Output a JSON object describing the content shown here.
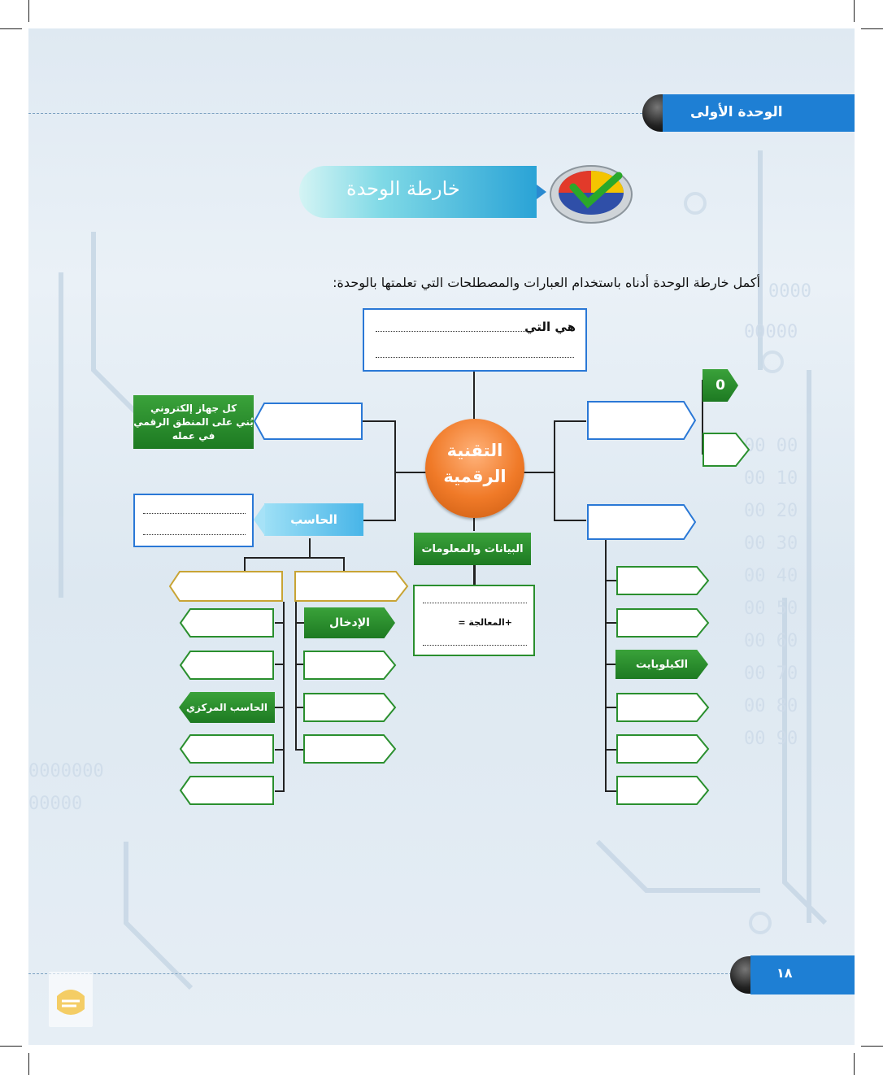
{
  "header": {
    "unit_label": "الوحدة الأولى"
  },
  "banner": {
    "title": "خارطة الوحدة",
    "icon": "checkmark-pie-icon"
  },
  "instruction": "أكمل خارطة الوحدة أدناه باستخدام العبارات والمصطلحات التي تعلمتها بالوحدة:",
  "map": {
    "center": [
      "التقنية",
      "الرقمية"
    ],
    "definition_prefix": "هي التي",
    "left_green_definition": [
      "كل جهاز إلكتروني",
      "بُني على المنطق الرقمي",
      "في عمله"
    ],
    "computer_label": "الحاسب",
    "data_label": "البيانات والمعلومات",
    "processing_label": "+المعالجة =",
    "zero_label": "0",
    "input_label": "الإدخال",
    "cpu_label": "الحاسب المركزي",
    "kilobytes_label": "الكيلوبايت"
  },
  "footer": {
    "page_number": "١٨",
    "logo_icon": "publisher-logo-icon"
  },
  "colors": {
    "accent_blue": "#1e7fd4",
    "green": "#2a8f2e",
    "orange": "#f07a28"
  }
}
